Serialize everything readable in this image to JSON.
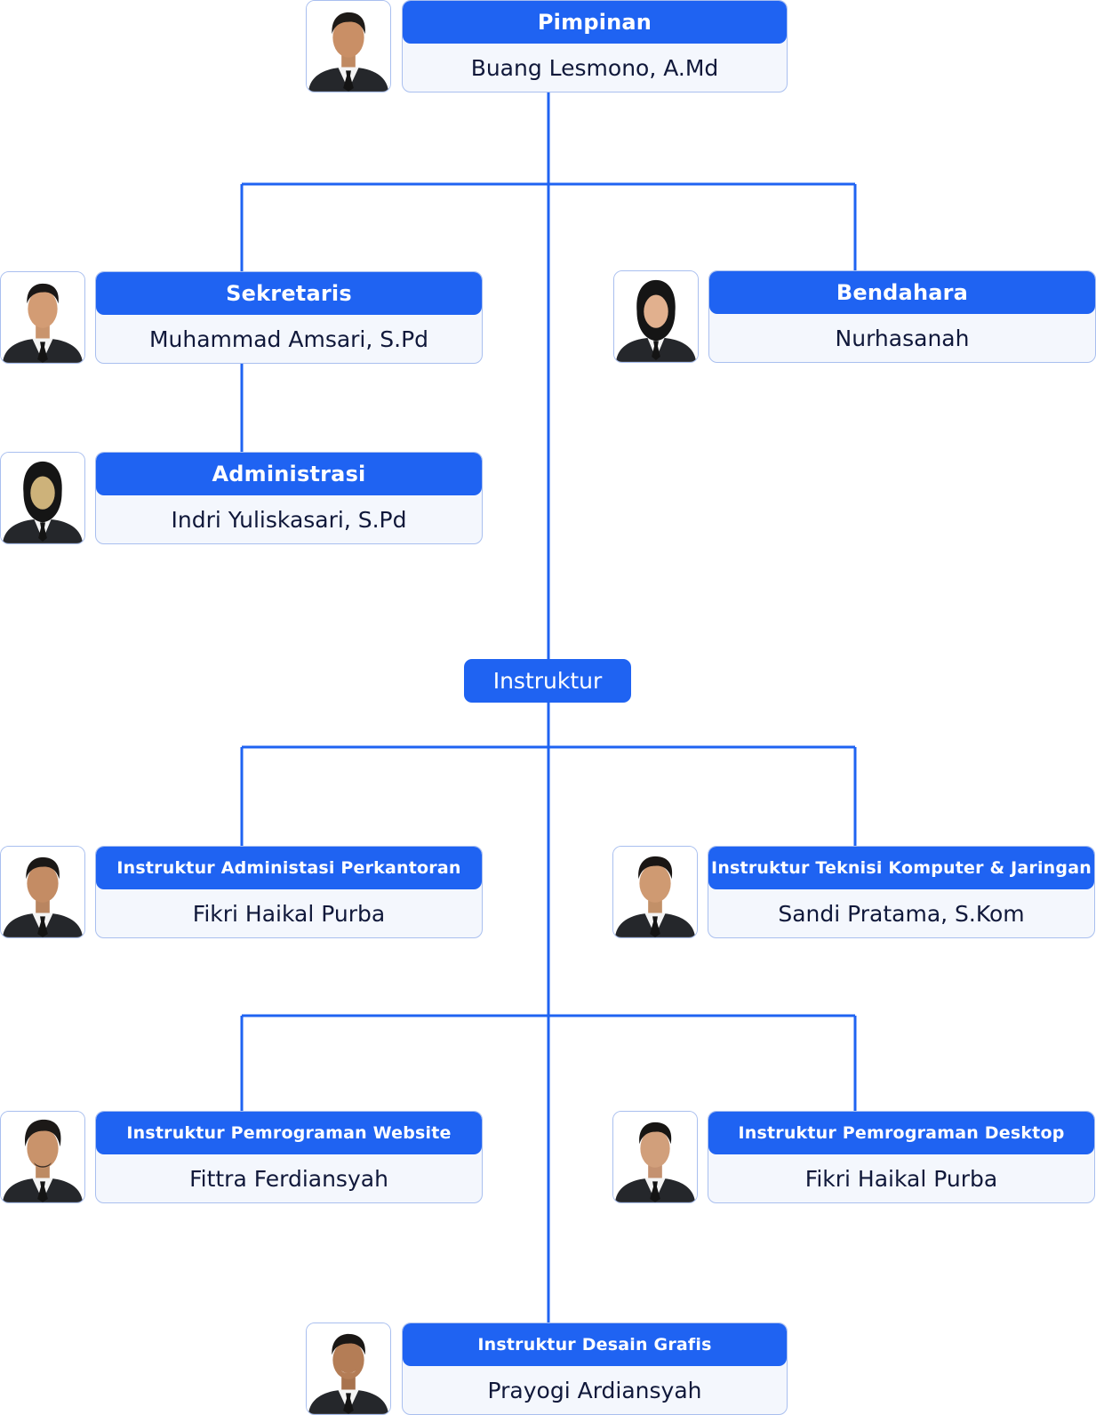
{
  "colors": {
    "accent": "#1f63f2",
    "card_bg": "#f4f7fd",
    "card_border": "#a9bfef",
    "name_text": "#10183a"
  },
  "leader": {
    "role": "Pimpinan",
    "name": "Buang Lesmono, A.Md"
  },
  "secretary": {
    "role": "Sekretaris",
    "name": "Muhammad Amsari, S.Pd"
  },
  "treasurer": {
    "role": "Bendahara",
    "name": "Nurhasanah"
  },
  "administration": {
    "role": "Administrasi",
    "name": "Indri Yuliskasari, S.Pd"
  },
  "instructor_group": {
    "label": "Instruktur"
  },
  "instructors": [
    {
      "role": "Instruktur Administasi Perkantoran",
      "name": "Fikri Haikal Purba"
    },
    {
      "role": "Instruktur Teknisi Komputer & Jaringan",
      "name": "Sandi Pratama, S.Kom"
    },
    {
      "role": "Instruktur Pemrograman Website",
      "name": "Fittra Ferdiansyah"
    },
    {
      "role": "Instruktur Pemrograman Desktop",
      "name": "Fikri Haikal Purba"
    },
    {
      "role": "Instruktur Desain Grafis",
      "name": "Prayogi Ardiansyah"
    }
  ],
  "portraits": {
    "leader": "male-portrait-icon",
    "secretary": "male-portrait-icon",
    "treasurer": "female-hijab-portrait-icon",
    "administration": "female-hijab-portrait-icon",
    "instructors": [
      "male-portrait-icon",
      "male-portrait-icon",
      "male-portrait-icon",
      "male-portrait-icon",
      "male-portrait-icon"
    ]
  }
}
